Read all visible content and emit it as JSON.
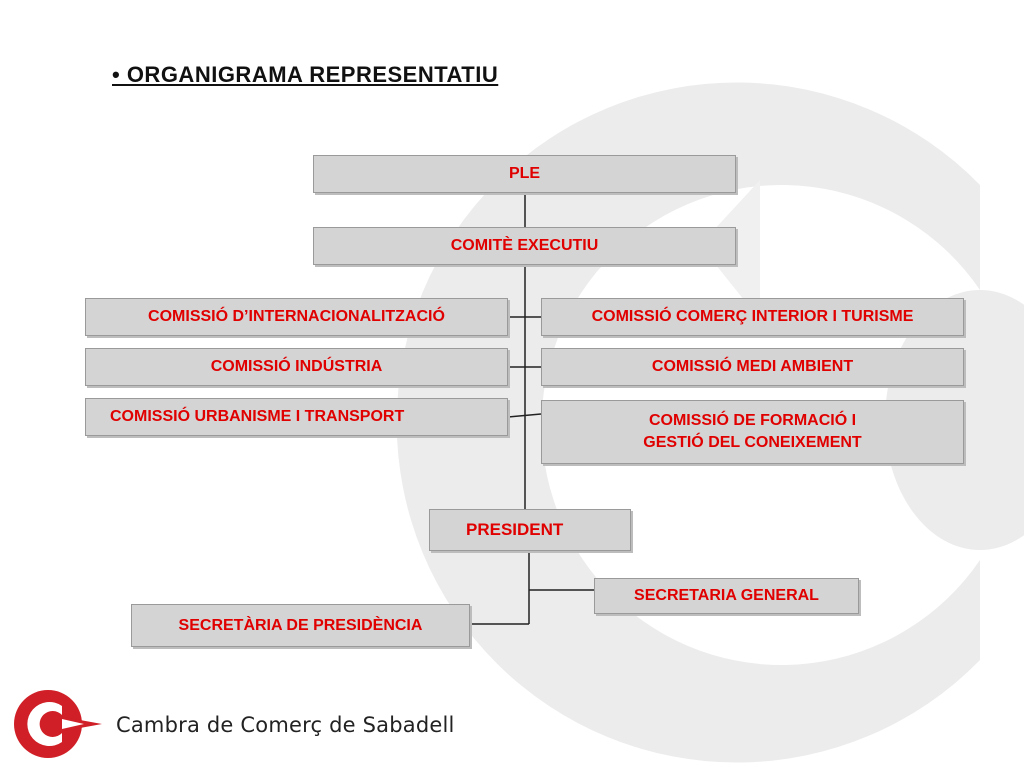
{
  "title": "•  ORGANIGRAMA REPRESENTATIU",
  "org": {
    "ple": "PLE",
    "comite": "COMITÈ EXECUTIU",
    "comissio_internacionalitzacio": "COMISSIÓ D’INTERNACIONALITZACIÓ",
    "comissio_comerc": "COMISSIÓ COMERÇ INTERIOR I TURISME",
    "comissio_industria": "COMISSIÓ INDÚSTRIA",
    "comissio_medi": "COMISSIÓ MEDI AMBIENT",
    "comissio_urbanisme": "COMISSIÓ URBANISME I TRANSPORT",
    "comissio_formacio_line1": "COMISSIÓ DE FORMACIÓ I",
    "comissio_formacio_line2": "GESTIÓ DEL CONEIXEMENT",
    "president": "PRESIDENT",
    "secretaria_general": "SECRETARIA GENERAL",
    "secretaria_presidencia": "SECRETÀRIA DE PRESIDÈNCIA"
  },
  "footer": {
    "brand": "Cambra de Comerç de Sabadell",
    "logo_icon": "cambra-logo-icon"
  },
  "colors": {
    "box_fill": "#d4d4d4",
    "text_red": "#e00000",
    "logo_red": "#d01f26"
  }
}
